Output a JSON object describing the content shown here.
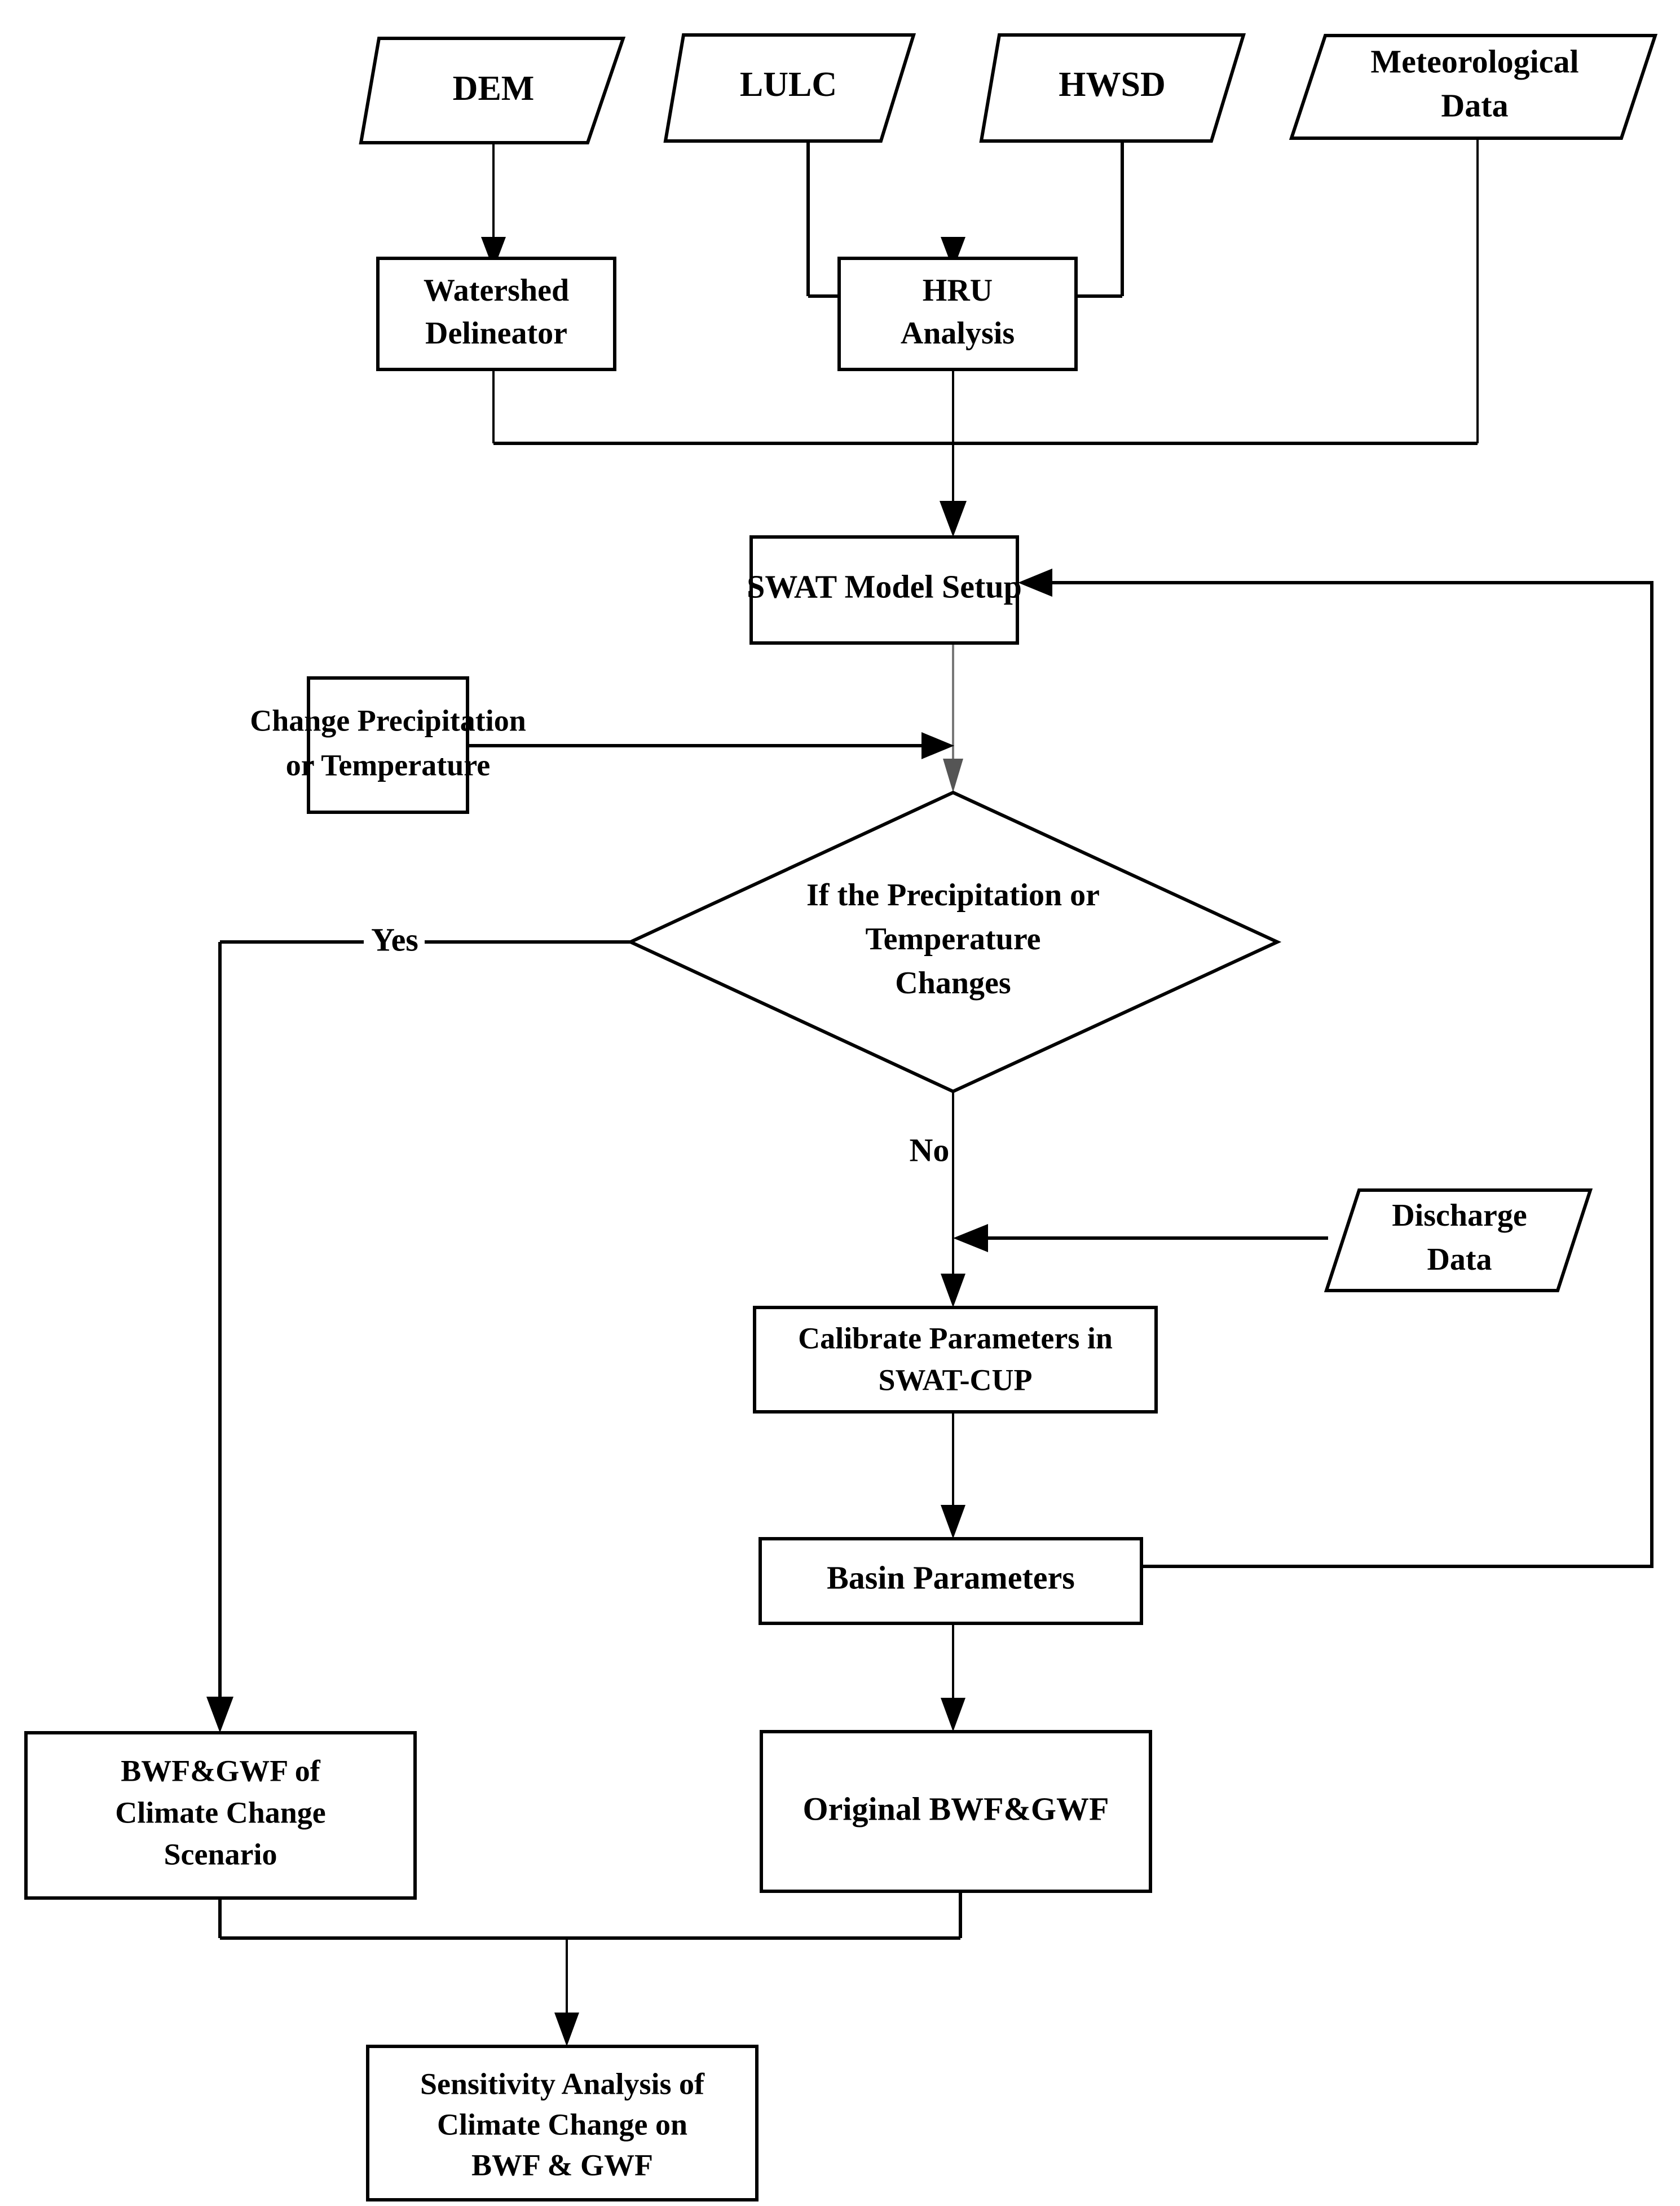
{
  "diagram": {
    "title": "SWAT modeling workflow for climate change sensitivity analysis on BWF & GWF",
    "type": "flowchart",
    "background_color": "#ffffff",
    "line_color": "#000000",
    "text_color": "#000000"
  },
  "nodes": {
    "dem": {
      "label": "DEM",
      "shape": "parallelogram"
    },
    "lulc": {
      "label": "LULC",
      "shape": "parallelogram"
    },
    "hwsd": {
      "label": "HWSD",
      "shape": "parallelogram"
    },
    "meteorological_data": {
      "line1": "Meteorological",
      "line2": "Data",
      "shape": "parallelogram"
    },
    "watershed_delineator": {
      "line1": "Watershed",
      "line2": "Delineator",
      "shape": "rectangle"
    },
    "hru_analysis": {
      "line1": "HRU",
      "line2": "Analysis",
      "shape": "rectangle"
    },
    "swat_model_setup": {
      "label": "SWAT Model Setup",
      "shape": "rectangle"
    },
    "change_precip_temp": {
      "line1": "Change Precipitation",
      "line2": "or Temperature",
      "shape": "rectangle"
    },
    "decision": {
      "line1": "If the Precipitation or",
      "line2": "Temperature",
      "line3": "Changes",
      "shape": "diamond"
    },
    "discharge_data": {
      "line1": "Discharge",
      "line2": "Data",
      "shape": "parallelogram"
    },
    "calibrate_params": {
      "line1": "Calibrate Parameters in",
      "line2": "SWAT-CUP",
      "shape": "rectangle"
    },
    "basin_parameters": {
      "label": "Basin Parameters",
      "shape": "rectangle"
    },
    "bwf_gwf_climate": {
      "line1": "BWF&GWF of",
      "line2": "Climate Change",
      "line3": "Scenario",
      "shape": "rectangle"
    },
    "original_bwf_gwf": {
      "label": "Original BWF&GWF",
      "shape": "rectangle"
    },
    "sensitivity_analysis": {
      "line1": "Sensitivity Analysis of",
      "line2": "Climate Change on",
      "line3": "BWF & GWF",
      "shape": "rectangle"
    }
  },
  "edge_labels": {
    "yes": "Yes",
    "no": "No"
  }
}
